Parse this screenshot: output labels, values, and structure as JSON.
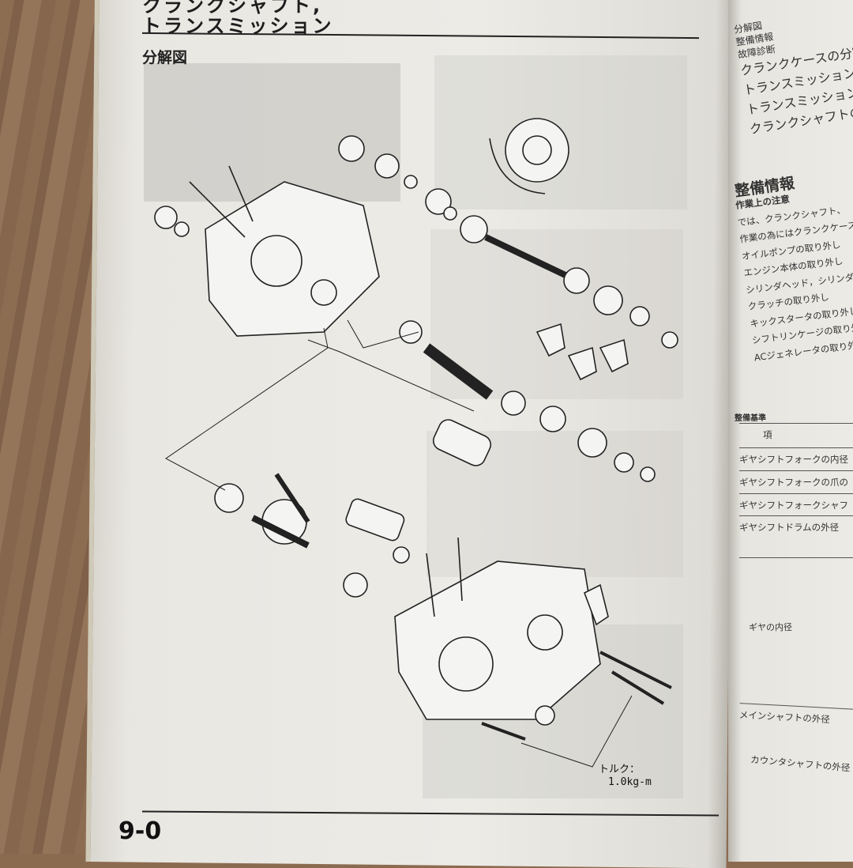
{
  "header": {
    "title_line1": "クランクシャフト,",
    "title_line2": "トランスミッション",
    "section": "分解図"
  },
  "diagram": {
    "torque_label": "トルク：",
    "torque_value": "1.0kg-m"
  },
  "footer": {
    "page_number": "9-0"
  },
  "right_page": {
    "toc": [
      "分解図",
      "整備情報",
      "故障診断",
      "クランクケースの分割",
      "トランスミッションの",
      "トランスミッションの",
      "クランクシャフトの取"
    ],
    "service_info_title": "整備情報",
    "notes_title": "作業上の注意",
    "notes": [
      "では、クランクシャフト、",
      "作業の為にはクランクケース",
      "オイルポンプの取り外し",
      "エンジン本体の取り外し",
      "シリンダヘッド，シリンダの",
      "クラッチの取り外し",
      "キックスタータの取り外し",
      "シフトリンケージの取り外し",
      "ACジェネレータの取り外し"
    ],
    "spec_title": "整備基準",
    "spec_header": "項",
    "spec_rows": [
      "ギヤシフトフォークの内径",
      "ギヤシフトフォークの爪の",
      "ギヤシフトフォークシャフ",
      "ギヤシフトドラムの外径",
      "ギヤの内径",
      "メインシャフトの外径",
      "カウンタシャフトの外径"
    ]
  },
  "colors": {
    "page": "#ecebe6",
    "ink": "#1d1d1d",
    "wood": "#8b6b50"
  }
}
